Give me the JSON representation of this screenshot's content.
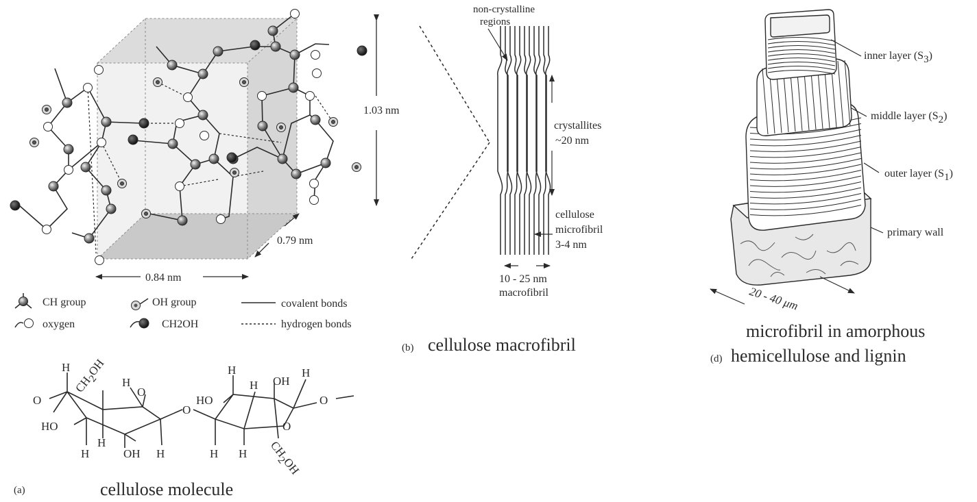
{
  "panel_a": {
    "letter": "(a)",
    "caption": "cellulose molecule",
    "dim_height": "1.03 nm",
    "dim_depth": "0.79 nm",
    "dim_width": "0.84 nm",
    "legend": {
      "ch_group": "CH group",
      "oxygen": "oxygen",
      "oh_group": "OH group",
      "ch2oh": "CH2OH",
      "covalent": "covalent bonds",
      "hydrogen": "hydrogen bonds"
    },
    "molecule": {
      "o_left": "O",
      "ho_left": "HO",
      "h_top_left": "H",
      "ch2oh_top": "CH",
      "sub2_top": "2",
      "oh_top_sfx": "OH",
      "h_mid1": "H",
      "o_ring1": "O",
      "h_bot1": "H",
      "h_bot2": "H",
      "oh_bot1": "OH",
      "h_bot3": "H",
      "o_bridge": "O",
      "ho_right": "HO",
      "h_top_r1": "H",
      "h_top_r2": "H",
      "oh_top_r": "OH",
      "h_top_r3": "H",
      "o_right": "O",
      "o_ring2": "O",
      "h_bot_r1": "H",
      "h_bot_r2": "H",
      "ch2oh_bot": "CH",
      "sub2_bot": "2",
      "oh_bot_sfx": "OH"
    }
  },
  "panel_b": {
    "letter": "(b)",
    "caption": "cellulose macrofibril",
    "noncrystalline": [
      "non-crystalline",
      "regions"
    ],
    "crystallites": [
      "crystallites",
      "~20 nm"
    ],
    "microfibril": [
      "cellulose",
      "microfibril",
      "3-4 nm"
    ],
    "macrofibril": [
      "10 - 25 nm",
      "macrofibril"
    ]
  },
  "panel_d": {
    "letter": "(d)",
    "caption": [
      "microfibril in amorphous",
      "hemicellulose and lignin"
    ],
    "inner_layer": "inner layer (S",
    "inner_sub": "3",
    "middle_layer": "middle layer (S",
    "middle_sub": "2",
    "outer_layer": "outer layer (S",
    "outer_sub": "1",
    "close_paren": ")",
    "primary_wall": "primary wall",
    "size": "20 - 40 μm"
  }
}
